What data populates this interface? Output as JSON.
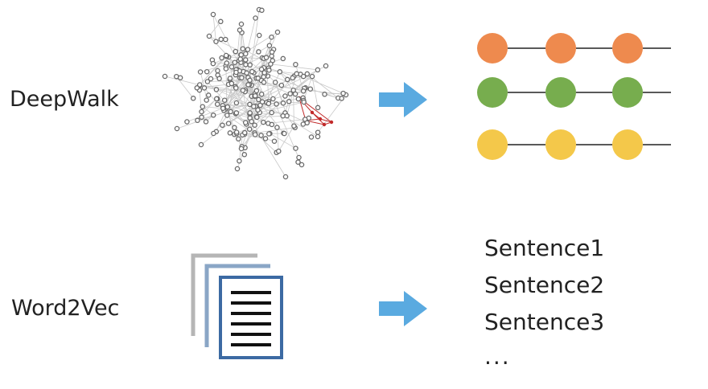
{
  "rows": {
    "deepwalk": {
      "label": "DeepWalk"
    },
    "word2vec": {
      "label": "Word2Vec"
    }
  },
  "walk_rows": [
    {
      "color": "#ee8a4e",
      "nodes": 3
    },
    {
      "color": "#77ad4e",
      "nodes": 3
    },
    {
      "color": "#f4c84a",
      "nodes": 3
    }
  ],
  "arrow_color": "#5aaae0",
  "graph": {
    "node_color": "#6a6a6a",
    "edge_color": "#c8c8c8",
    "highlight_color": "#c22a2a"
  },
  "document_icon": {
    "back_color": "#b5b5b5",
    "mid_color": "#8aa6c6",
    "front_border_color": "#3c6aa3",
    "line_color": "#111111"
  },
  "sentences": [
    "Sentence1",
    "Sentence2",
    "Sentence3"
  ],
  "ellipsis": "..."
}
